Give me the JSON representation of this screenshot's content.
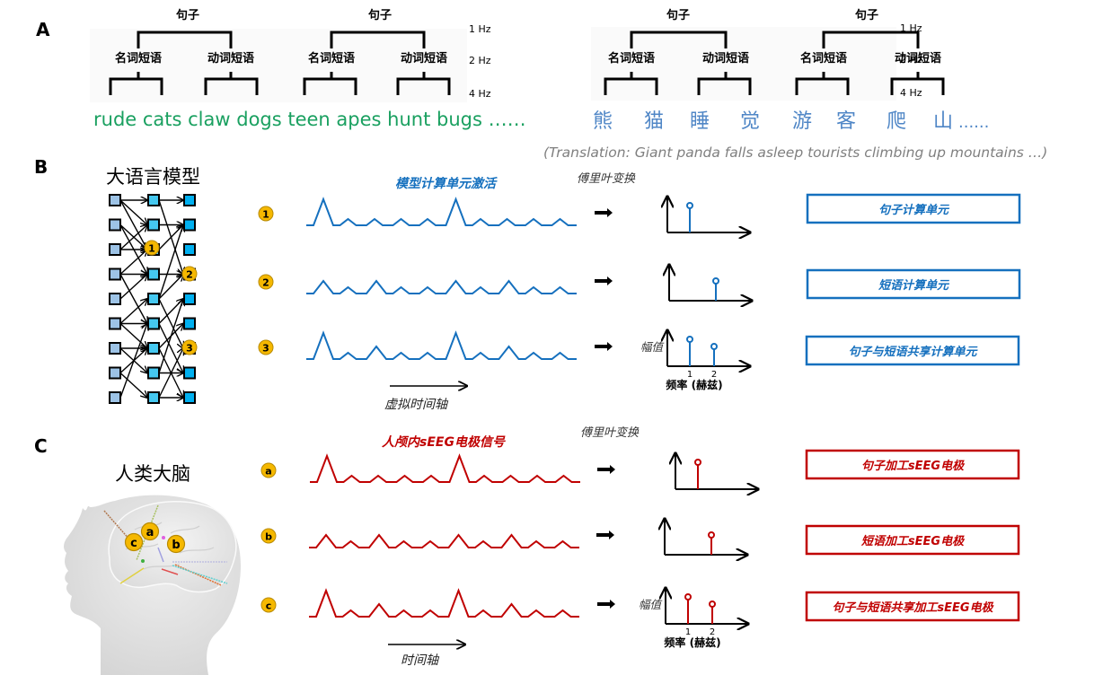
{
  "panels": {
    "A": {
      "label": "A",
      "freq_labels": [
        "1 Hz",
        "2 Hz",
        "4 Hz"
      ],
      "trees": [
        {
          "sentence": "句子",
          "np": "名词短语",
          "vp": "动词短语"
        },
        {
          "sentence": "句子",
          "np": "名词短语",
          "vp": "动词短语"
        },
        {
          "sentence": "句子",
          "np": "名词短语",
          "vp": "动词短语"
        },
        {
          "sentence": "句子",
          "np": "名词短语",
          "vp": "动词短语"
        }
      ],
      "english_words": "rude cats claw dogs  teen apes hunt bugs ……",
      "chinese_words": [
        "熊",
        "猫",
        "睡",
        "觉",
        "游",
        "客",
        "爬",
        "山"
      ],
      "chinese_ellipsis": "......",
      "translation": "(Translation: Giant panda falls asleep tourists climbing up mountains …)",
      "colors": {
        "english": "#1aa060",
        "chinese": "#4f86c6",
        "translation": "#7f7f7f"
      }
    },
    "B": {
      "label": "B",
      "model_title": "大语言模型",
      "signal_title": "模型计算单元激活",
      "fourier_label": "傅里叶变换",
      "time_axis_label": "虚拟时间轴",
      "amplitude_label": "幅值",
      "freq_axis_label": "频率 (赫兹)",
      "freq_ticks": [
        "1",
        "2"
      ],
      "color": "#1570be",
      "rows": [
        {
          "marker": "1",
          "pattern": "sentence",
          "peaks_hz": [
            1
          ],
          "result": "句子计算单元"
        },
        {
          "marker": "2",
          "pattern": "phrase",
          "peaks_hz": [
            2
          ],
          "result": "短语计算单元"
        },
        {
          "marker": "3",
          "pattern": "both",
          "peaks_hz": [
            1,
            2
          ],
          "result": "句子与短语共享计算单元"
        }
      ],
      "network_markers": [
        "1",
        "2",
        "3"
      ]
    },
    "C": {
      "label": "C",
      "brain_title": "人类大脑",
      "signal_title": "人颅内sEEG电极信号",
      "fourier_label": "傅里叶变换",
      "time_axis_label": "时间轴",
      "amplitude_label": "幅值",
      "freq_axis_label": "频率 (赫兹)",
      "freq_ticks": [
        "1",
        "2"
      ],
      "color": "#c00000",
      "rows": [
        {
          "marker": "a",
          "pattern": "sentence",
          "peaks_hz": [
            1
          ],
          "result": "句子加工sEEG电极"
        },
        {
          "marker": "b",
          "pattern": "phrase",
          "peaks_hz": [
            2
          ],
          "result": "短语加工sEEG电极"
        },
        {
          "marker": "c",
          "pattern": "both",
          "peaks_hz": [
            1,
            2
          ],
          "result": "句子与短语共享加工sEEG电极"
        }
      ],
      "brain_markers": [
        "a",
        "b",
        "c"
      ]
    }
  },
  "marker_color": "#f5b800"
}
